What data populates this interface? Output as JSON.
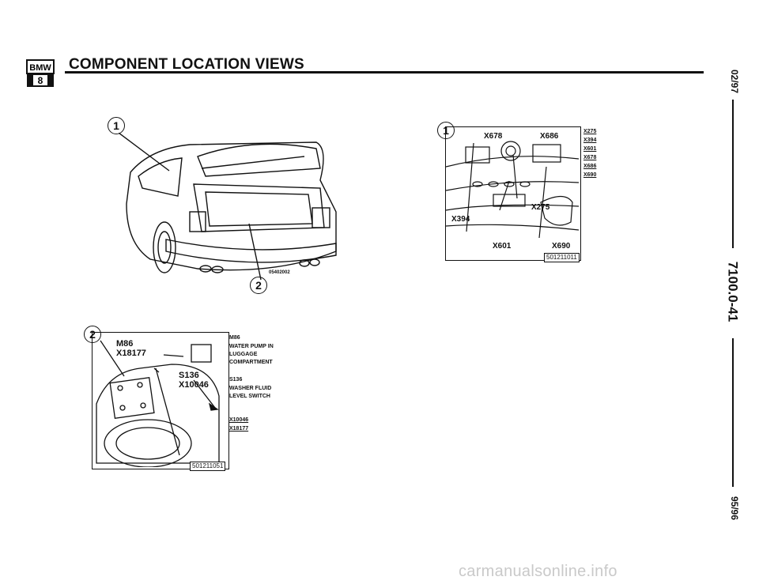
{
  "header": {
    "logo_top": "BMW",
    "logo_bottom": "8",
    "title": "COMPONENT LOCATION VIEWS"
  },
  "side": {
    "date_top": "02/97",
    "section_code": "7100.0-41",
    "date_bottom": "95/96"
  },
  "figure_car": {
    "callout_1": "1",
    "callout_2": "2",
    "image_no": "05402002"
  },
  "figure_rear": {
    "callout": "1",
    "labels": [
      "X678",
      "X686",
      "X275",
      "X394",
      "X601",
      "X690"
    ],
    "legend": [
      "X275",
      "X394",
      "X601",
      "X678",
      "X686",
      "X690"
    ],
    "part_no": "501211011"
  },
  "figure_trunk": {
    "callout": "2",
    "labels": [
      "M86",
      "X18177",
      "S136",
      "X10046"
    ],
    "part_no": "501211051",
    "legend_m86_code": "M86",
    "legend_m86_desc1": "WATER PUMP IN",
    "legend_m86_desc2": "LUGGAGE",
    "legend_m86_desc3": "COMPARTMENT",
    "legend_s136_code": "S136",
    "legend_s136_desc1": "WASHER FLUID",
    "legend_s136_desc2": "LEVEL SWITCH",
    "legend_x10046": "X10046",
    "legend_x18177": "X18177"
  },
  "footer": {
    "watermark": "carmanualsonline.info"
  }
}
